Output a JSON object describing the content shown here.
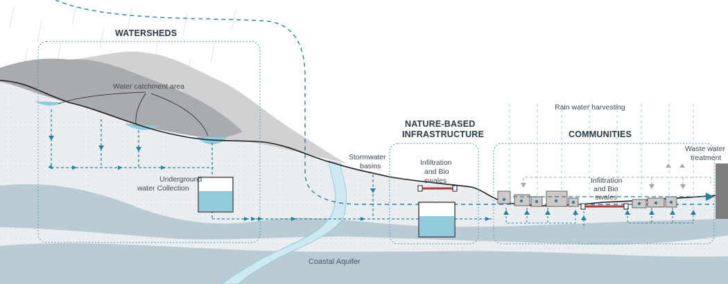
{
  "labels": {
    "watersheds": "WATERSHEDS",
    "water_catchment": "Water catchment area",
    "underground_1": "Underground",
    "underground_2": "water Collection",
    "stormwater_1": "Stormwater",
    "stormwater_2": "basins",
    "nbi_1": "NATURE-BASED",
    "nbi_2": "INFRASTRUCTURE",
    "infil_1": "Infiltration",
    "infil_2": "and Bio",
    "infil_3": "swales",
    "rain_harvesting": "Rain water harvesting",
    "communities": "COMMUNITIES",
    "infil_c1": "Infiltration",
    "infil_c2": "and Bio",
    "infil_c3": "swales",
    "waste_1": "Waste water",
    "waste_2": "treatment",
    "aquifer": "Coastal Aquifer"
  },
  "colors": {
    "flow": "#2a7f9a",
    "light_flow": "#9cd0e2",
    "ground_fill": "#ebeef0",
    "aquifer": "#b9cbd3",
    "mountain_dark": "#a9acae",
    "mountain_light": "#cfd1d2",
    "water": "#8fcbdc",
    "pipe_red": "#b23a3a",
    "gray_dash": "#a8a8a8"
  }
}
